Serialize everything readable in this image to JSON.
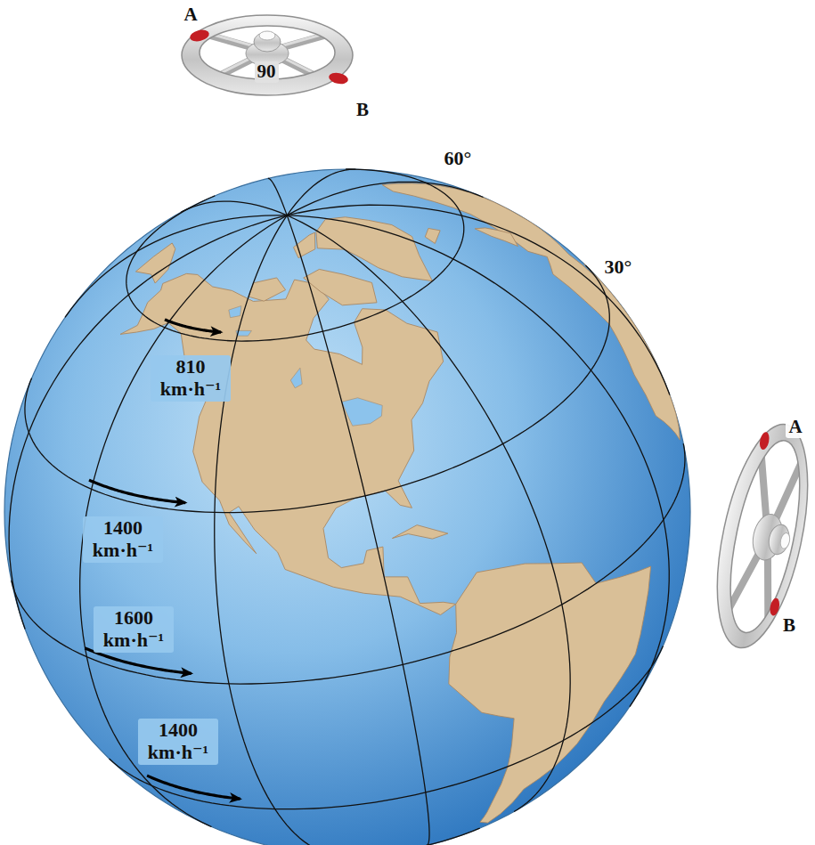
{
  "diagram": {
    "labels": [
      "A",
      "90",
      "B",
      "60°",
      "30°",
      "810 km·h⁻¹",
      "1400 km·h⁻¹",
      "1600 km·h⁻¹",
      "1400 km·h⁻¹",
      "A",
      "B"
    ]
  }
}
